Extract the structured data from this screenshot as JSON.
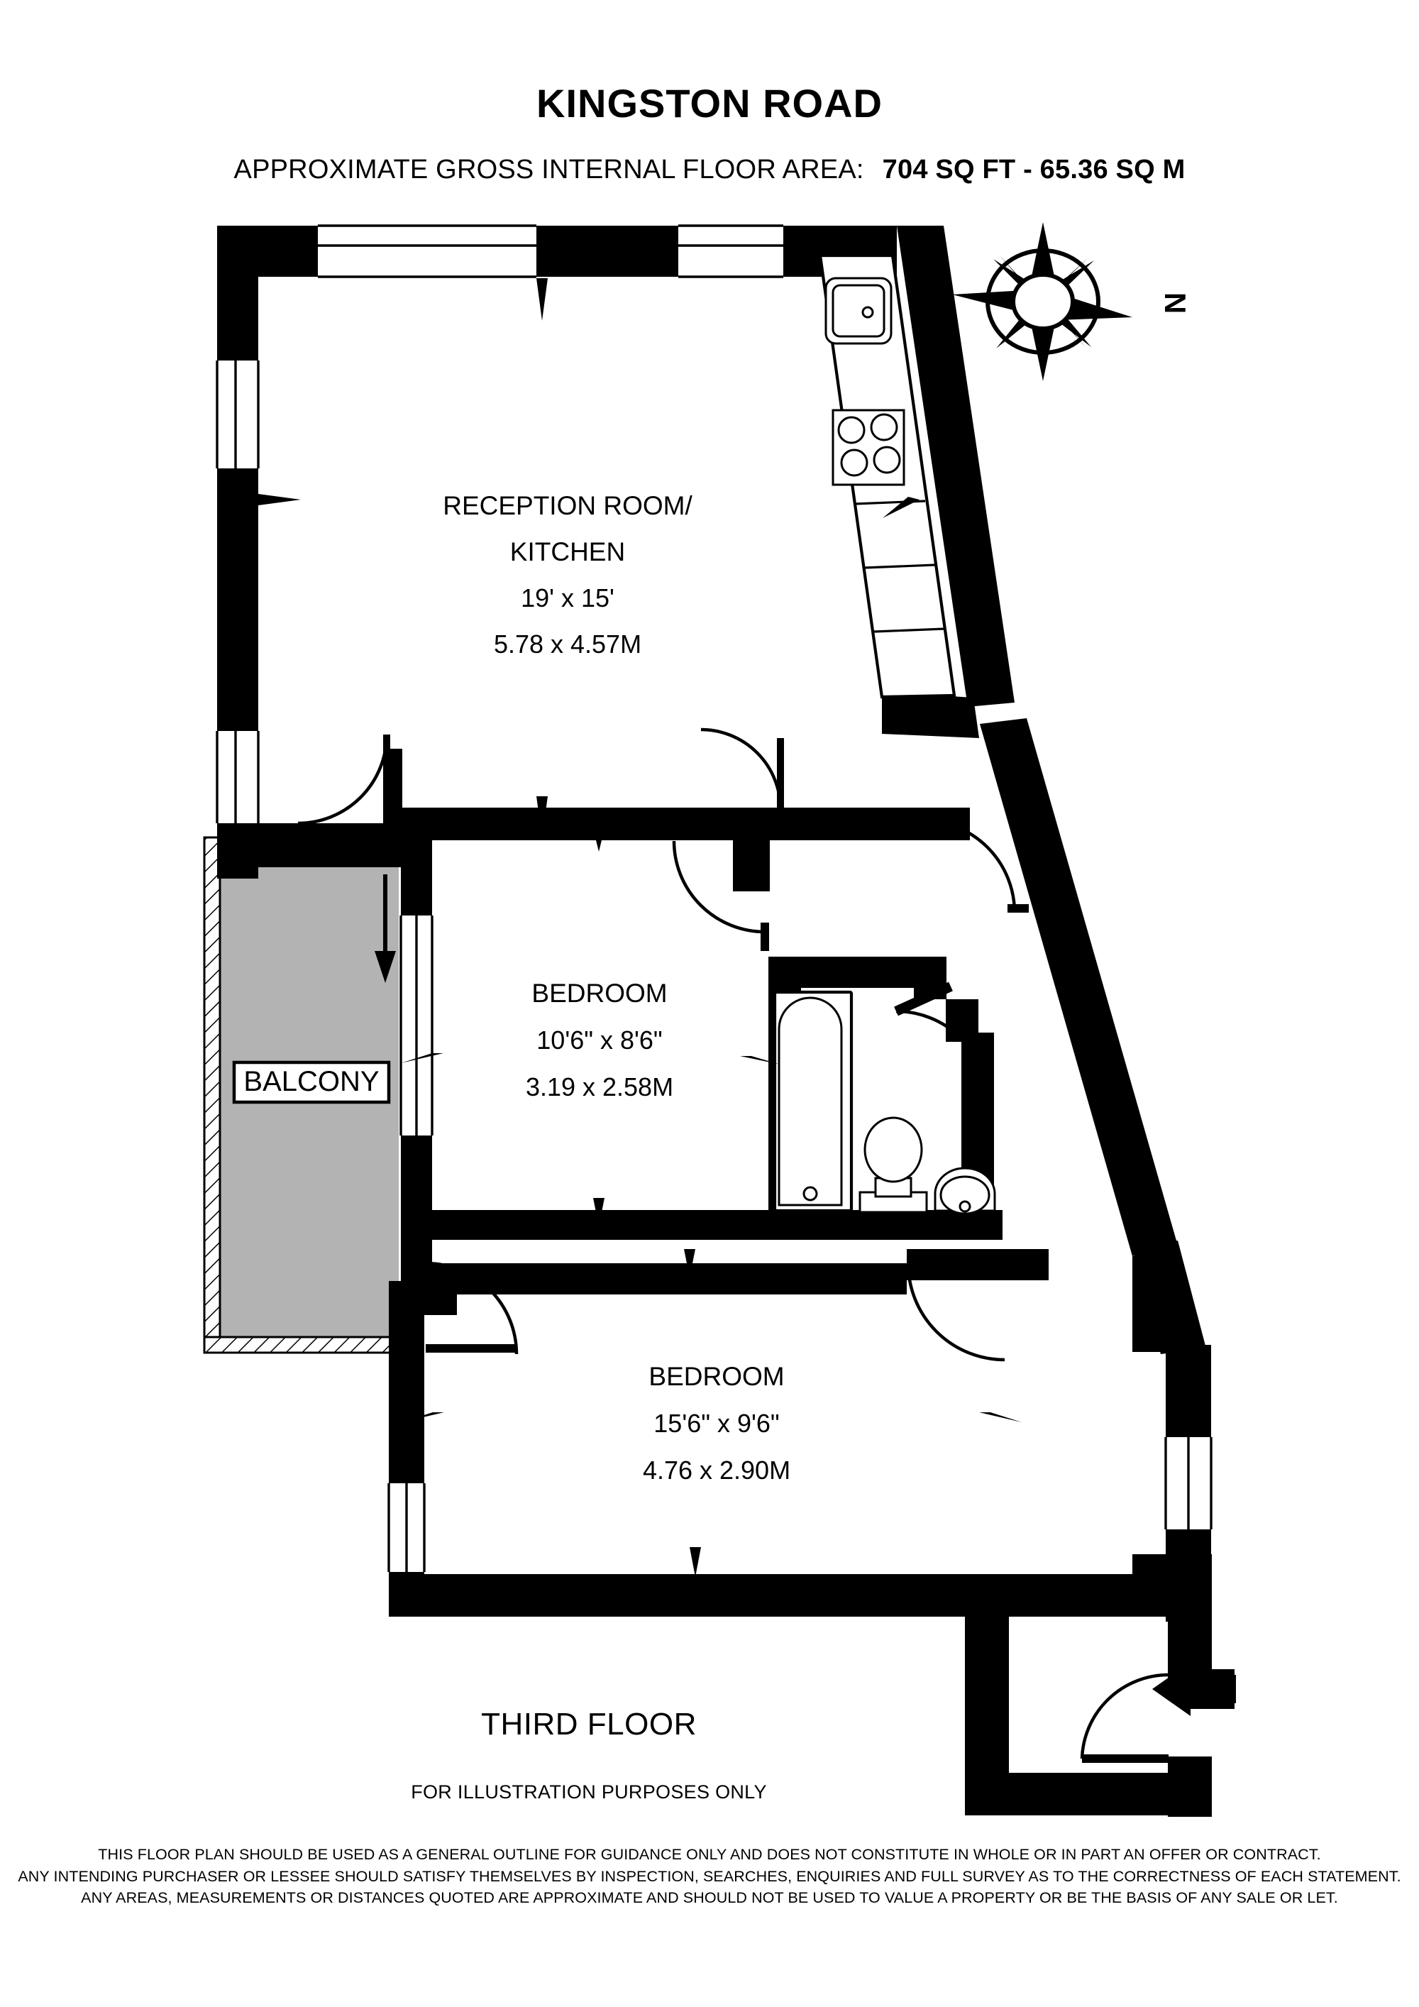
{
  "document": {
    "title": "KINGSTON ROAD",
    "area_label": "APPROXIMATE GROSS INTERNAL FLOOR AREA:",
    "area_value": "704 SQ FT  -  65.36 SQ M",
    "floor_caption": "THIRD FLOOR",
    "illustration_note": "FOR ILLUSTRATION PURPOSES ONLY"
  },
  "disclaimer": {
    "line1": "THIS FLOOR PLAN SHOULD BE USED AS A GENERAL OUTLINE FOR GUIDANCE ONLY AND DOES NOT CONSTITUTE IN WHOLE OR IN PART AN OFFER OR CONTRACT.",
    "line2": "ANY INTENDING PURCHASER OR LESSEE SHOULD SATISFY THEMSELVES BY INSPECTION, SEARCHES, ENQUIRIES AND FULL SURVEY AS TO THE CORRECTNESS OF EACH STATEMENT.",
    "line3": "ANY AREAS, MEASUREMENTS OR DISTANCES QUOTED ARE APPROXIMATE AND SHOULD NOT BE USED TO VALUE A PROPERTY OR BE THE BASIS OF ANY SALE OR LET."
  },
  "compass": {
    "north_label": "N"
  },
  "rooms": [
    {
      "id": "reception-kitchen",
      "name_line1": "RECEPTION ROOM/",
      "name_line2": "KITCHEN",
      "dim_imperial": "19' x 15'",
      "dim_metric": "5.78 x 4.57M"
    },
    {
      "id": "bedroom-1",
      "name_line1": "BEDROOM",
      "dim_imperial": "10'6\" x 8'6\"",
      "dim_metric": "3.19 x 2.58M"
    },
    {
      "id": "bedroom-2",
      "name_line1": "BEDROOM",
      "dim_imperial": "15'6\" x 9'6\"",
      "dim_metric": "4.76 x 2.90M"
    }
  ],
  "balcony": {
    "label": "BALCONY"
  },
  "colors": {
    "wall": "#000000",
    "balcony_fill": "#b3b3b3",
    "paper": "#ffffff"
  }
}
